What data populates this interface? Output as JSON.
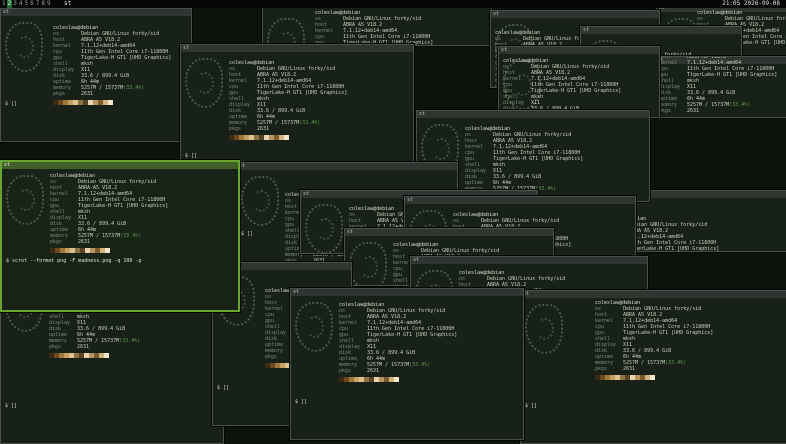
{
  "statusbar": {
    "tags": [
      "1",
      "2",
      "3",
      "4",
      "5",
      "6",
      "7",
      "8",
      "9"
    ],
    "selected_tag": "2",
    "window_title": "st",
    "clock": "21:05 2026-09-08"
  },
  "terminal": {
    "title": "st",
    "user_host": "coleslaw@debian",
    "prompt": "$ []",
    "command": "$ scrot --format png -F madness.png -q 100 -p",
    "fetch": [
      {
        "k": "os",
        "v": "Debian GNU/Linux forky/sid"
      },
      {
        "k": "host",
        "v": "ABRA A5 V18.2"
      },
      {
        "k": "kernel",
        "v": "7.1.12+deb14-amd64"
      },
      {
        "k": "cpu",
        "v": "11th Gen Intel Core i7-11800H"
      },
      {
        "k": "gpu",
        "v": "TigerLake-H GT1 [UHD Graphics]"
      },
      {
        "k": "shell",
        "v": "mksh"
      },
      {
        "k": "display",
        "v": "X11"
      },
      {
        "k": "disk",
        "v": "33.6 / 899.4 GiB"
      },
      {
        "k": "uptime",
        "v": "6h 44m"
      },
      {
        "k": "memory",
        "v": "5257M / 15737M"
      },
      {
        "k": "pkgs",
        "v": "2631"
      }
    ],
    "memory_pct": "(33.4%)",
    "palette": [
      "#3c2a14",
      "#6b4a1e",
      "#a0773a",
      "#c6a060",
      "#dcc290",
      "#8f7346",
      "#5a4222",
      "#e4d4b0",
      "#b89560",
      "#7a5c30",
      "#d0b27a",
      "#f0e6cc"
    ]
  },
  "colors": {
    "background": "#0c120c",
    "window_bg": "#172117",
    "focus_border": "#6aa531",
    "statusbar_selected": "#1f6b2a"
  }
}
